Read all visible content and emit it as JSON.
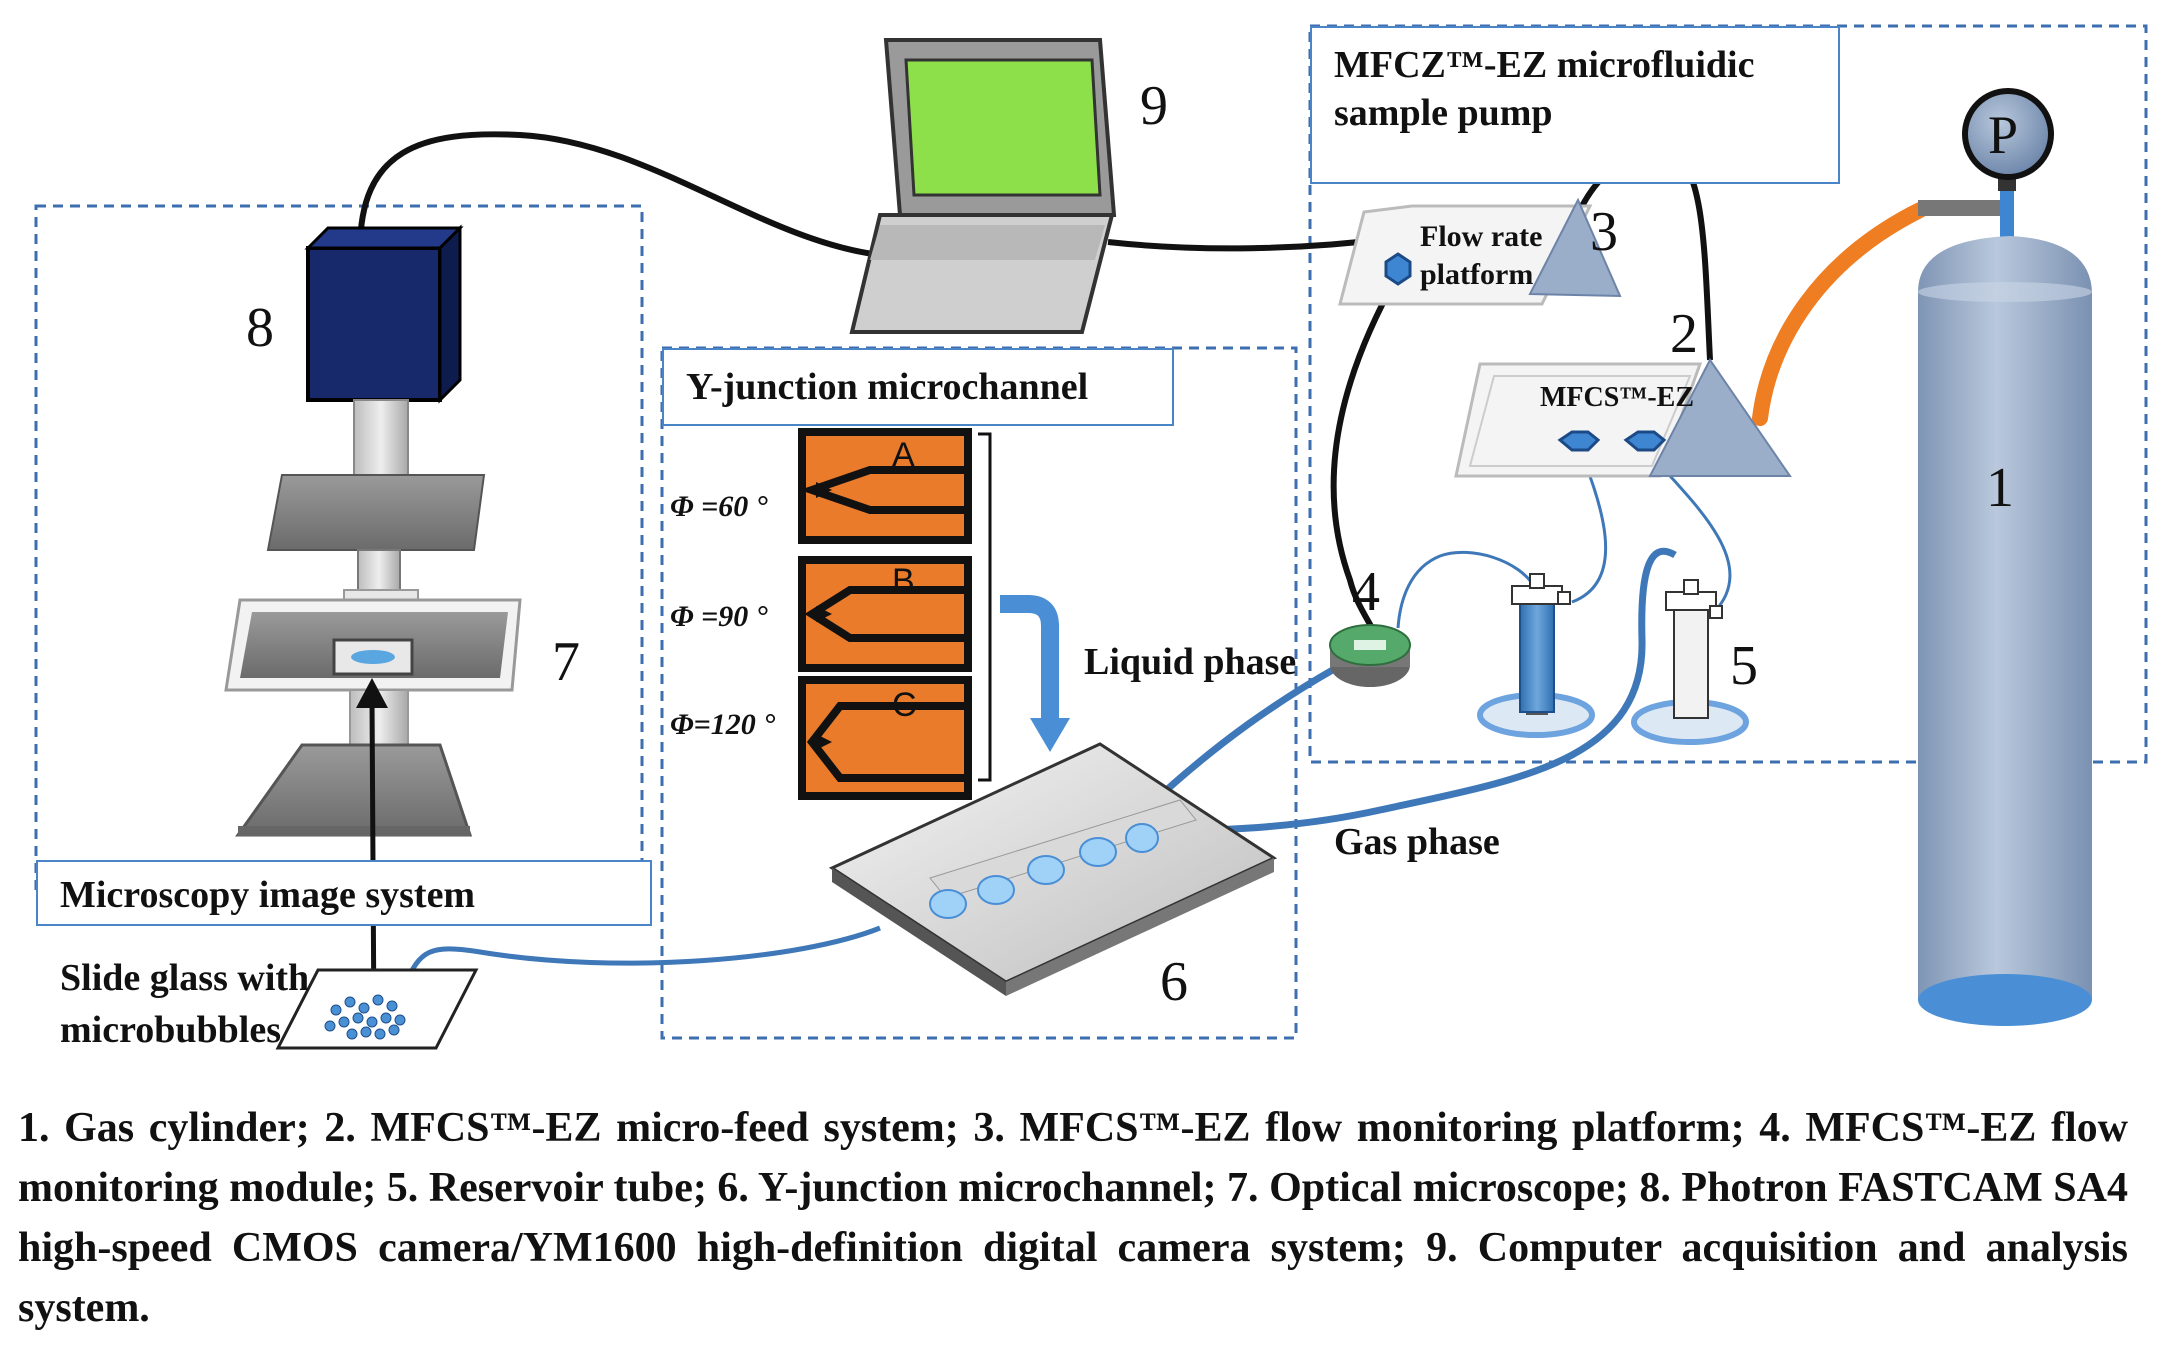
{
  "labels": {
    "pump_box_title_line1": "MFCZ™-EZ microfluidic",
    "pump_box_title_line2": "sample pump",
    "ychannel_title": "Y-junction microchannel",
    "microscopy_title": "Microscopy image  system",
    "flow_rate_line1": "Flow rate",
    "flow_rate_line2": "platform",
    "mfcs_ez": "MFCS™-EZ",
    "liquid_phase": "Liquid phase",
    "gas_phase": "Gas phase",
    "slide_line1": "Slide glass with",
    "slide_line2": "microbubbles",
    "pressure_gauge": "P",
    "channel_a": "A",
    "channel_b": "B",
    "channel_c": "C",
    "angle_a": "Φ =60  °",
    "angle_b": "Φ =90  °",
    "angle_c": "Φ=120  °"
  },
  "numbers": {
    "n1": "1",
    "n2": "2",
    "n3": "3",
    "n4": "4",
    "n5": "5",
    "n6": "6",
    "n7": "7",
    "n8": "8",
    "n9": "9"
  },
  "caption": "1. Gas cylinder; 2. MFCS™-EZ micro-feed system; 3. MFCS™-EZ flow monitoring platform; 4. MFCS™-EZ flow monitoring module; 5. Reservoir tube; 6. Y-junction microchannel; 7. Optical microscope;  8. Photron FASTCAM SA4 high-speed CMOS camera/YM1600 high-definition digital camera system; 9. Computer acquisition and analysis system.",
  "colors": {
    "dash_border": "#3d6fb0",
    "monitor_screen": "#8ee04a",
    "camera": "#17296b",
    "chip_orange": "#e97b2b",
    "tube_blue": "#3f78b8",
    "tube_orange": "#ef7d22",
    "cylinder": "#9aaec9"
  }
}
